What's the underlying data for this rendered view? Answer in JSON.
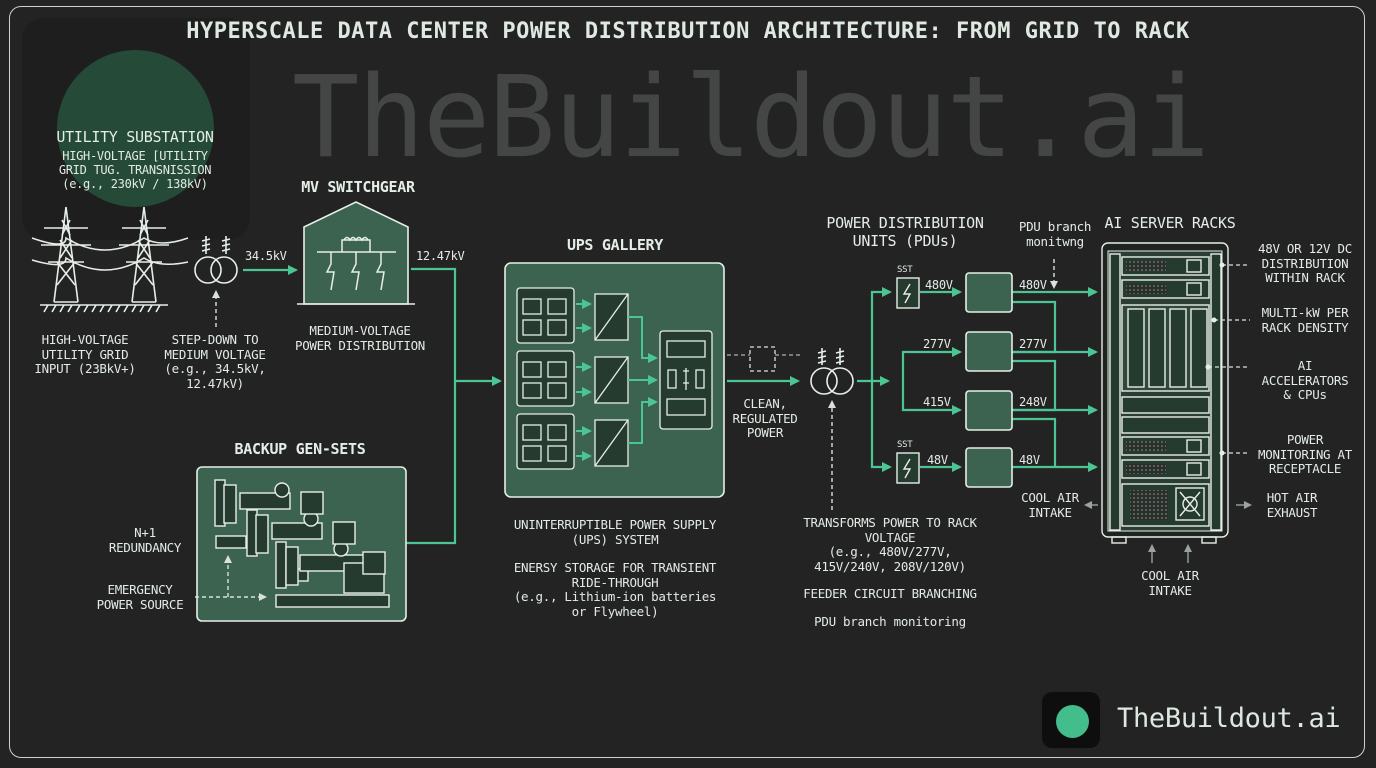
{
  "title": "HYPERSCALE DATA CENTER POWER DISTRIBUTION ARCHITECTURE: FROM GRID TO RACK",
  "watermark": "TheBuildout.ai",
  "colors": {
    "background": "#232323",
    "accent": "#4cc594",
    "panel_fill": "#3c6350",
    "line": "#e2ebe4",
    "watermark": "#444645",
    "brand_dot": "#43bd8c"
  },
  "substation": {
    "heading": "UTILITY SUBSTATION",
    "description": "HIGH-VOLTAGE [UTILITY\nGRID TUG. TRANSNISSION\n(e.g., 230kV / 138kV)",
    "towers_label": "HIGH-VOLTAGE\nUTILITY GRID\nINPUT (23BkV+)",
    "transformer_label": "STEP-DOWN TO\nMEDIUM VOLTAGE\n(e.g., 34.5kV,\n12.47kV)",
    "output_voltage": "34.5kV"
  },
  "switchgear": {
    "heading": "MV SWITCHGEAR",
    "description": "MEDIUM-VOLTAGE\nPOWER DISTRIBUTION",
    "output_voltage": "12.47kV"
  },
  "gensets": {
    "heading": "BACKUP GEN-SETS",
    "redundancy_label": "N+1\nREDUNDANCY",
    "emergency_label": "EMERGENCY\nPOWER SOURCE"
  },
  "ups": {
    "heading": "UPS GALLERY",
    "description": "UNINTERRUPTIBLE POWER SUPPLY\n(UPS) SYSTEM",
    "storage_note": "ENERSY STORAGE FOR TRANSIENT\nRIDE-THROUGH\n(e.g., Lithium-ion batteries\nor Flywheel)",
    "output_label": "CLEAN,\nREGULATED\nPOWER"
  },
  "pdu": {
    "heading": "POWER DISTRIBUTION\nUNITS (PDUs)",
    "monitor_label": "PDU branch\nmonitwng",
    "sst_label": "SST",
    "inputs": [
      "480V",
      "277V",
      "415V",
      "48V"
    ],
    "outputs": [
      "480V",
      "277V",
      "248V",
      "48V"
    ],
    "transform_note": "TRANSFORMS POWER TO RACK\nVOLTAGE\n(e.g., 480V/277V,\n415V/240V, 208V/120V)",
    "feeder_note": "FEEDER CIRCUIT BRANCHING",
    "branch_note": "PDU branch monitoring"
  },
  "racks": {
    "heading": "AI SERVER RACKS",
    "callouts": [
      "48V OR 12V DC\nDISTRIBUTION\nWITHIN RACK",
      "MULTI-kW PER\nRACK DENSITY",
      "AI\nACCELERATORS\n& CPUs",
      "POWER\nMONITORING AT\nRECEPTACLE"
    ],
    "cool_air_side": "COOL AIR\nINTAKE",
    "hot_air": "HOT AIR\nEXHAUST",
    "cool_air_bottom": "COOL AIR\nINTAKE"
  },
  "brand": {
    "name": "TheBuildout.ai",
    "icon": "green-dot-logo"
  }
}
